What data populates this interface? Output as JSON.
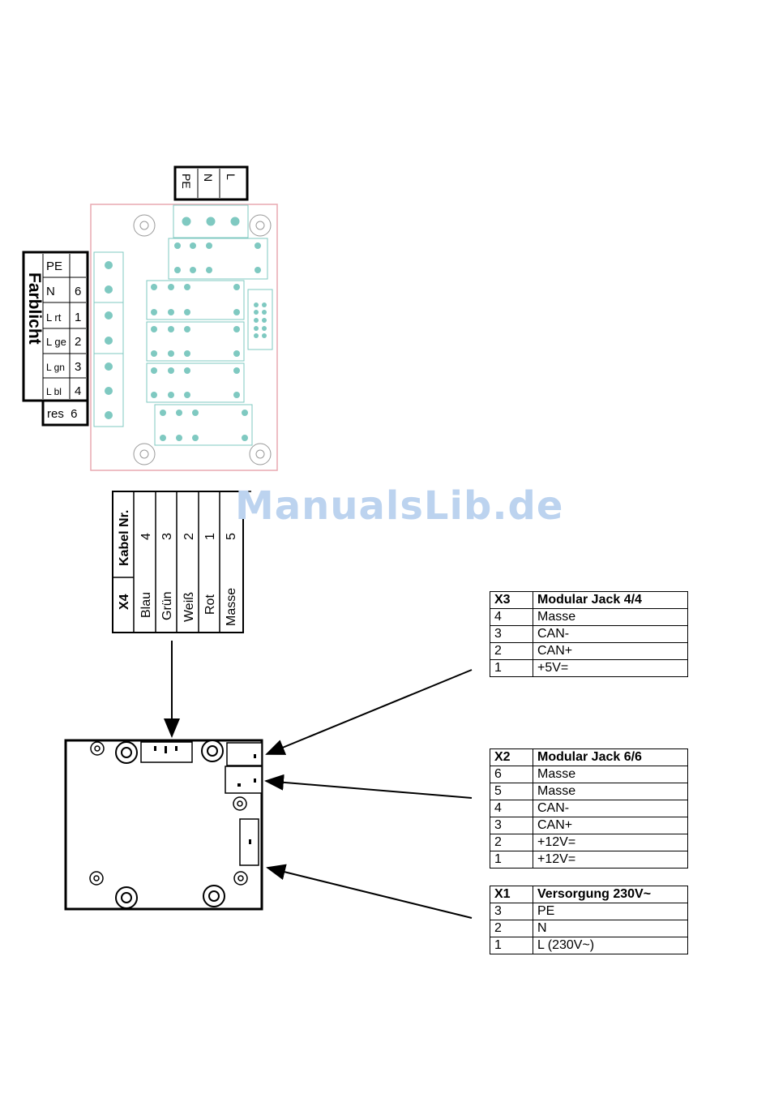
{
  "watermark": "ManualsLib.de",
  "farblicht": {
    "title": "Farblicht",
    "rows": [
      {
        "label": "PE",
        "num": ""
      },
      {
        "label": "N",
        "num": "6"
      },
      {
        "label": "L rt",
        "num": "1"
      },
      {
        "label": "L ge",
        "num": "2"
      },
      {
        "label": "L gn",
        "num": "3"
      },
      {
        "label": "L bl",
        "num": "4"
      }
    ],
    "res": "res  6"
  },
  "mains_label": {
    "items": [
      "PE",
      "N",
      "L"
    ]
  },
  "x4": {
    "header": "X4",
    "header2": "Kabel Nr.",
    "rows": [
      {
        "color": "Blau",
        "num": "4"
      },
      {
        "color": "Grün",
        "num": "3"
      },
      {
        "color": "Weiß",
        "num": "2"
      },
      {
        "color": "Rot",
        "num": "1"
      },
      {
        "color": "Masse",
        "num": "5"
      }
    ]
  },
  "x3": {
    "id": "X3",
    "title": "Modular Jack 4/4",
    "rows": [
      [
        "4",
        "Masse"
      ],
      [
        "3",
        "CAN-"
      ],
      [
        "2",
        "CAN+"
      ],
      [
        "1",
        "+5V="
      ]
    ]
  },
  "x2": {
    "id": "X2",
    "title": "Modular Jack 6/6",
    "rows": [
      [
        "6",
        "Masse"
      ],
      [
        "5",
        "Masse"
      ],
      [
        "4",
        "CAN-"
      ],
      [
        "3",
        "CAN+"
      ],
      [
        "2",
        "+12V="
      ],
      [
        "1",
        "+12V="
      ]
    ]
  },
  "x1": {
    "id": "X1",
    "title": "Versorgung 230V~",
    "rows": [
      [
        "3",
        "PE"
      ],
      [
        "2",
        "N"
      ],
      [
        "1",
        "L (230V~)"
      ]
    ]
  },
  "colors": {
    "board_outline": "#e8a8b0",
    "component": "#7fc9c1",
    "watermark": "#bcd3ef"
  }
}
